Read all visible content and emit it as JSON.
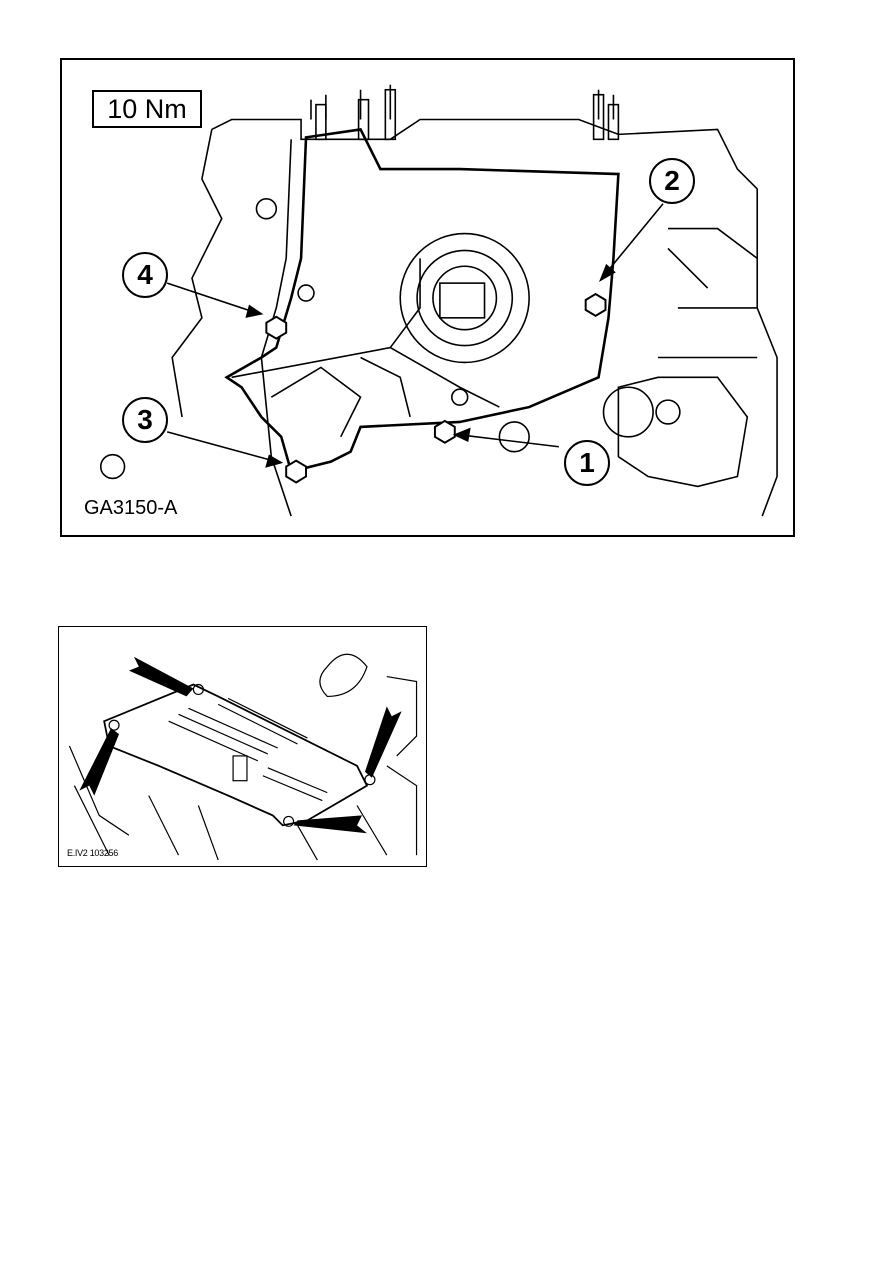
{
  "figure1": {
    "torque_label": "10 Nm",
    "figure_code": "GA3150-A",
    "callouts": [
      "1",
      "2",
      "3",
      "4"
    ]
  },
  "figure2": {
    "figure_code": "E.IV2 103256"
  },
  "colors": {
    "line": "#000000",
    "background": "#ffffff"
  }
}
